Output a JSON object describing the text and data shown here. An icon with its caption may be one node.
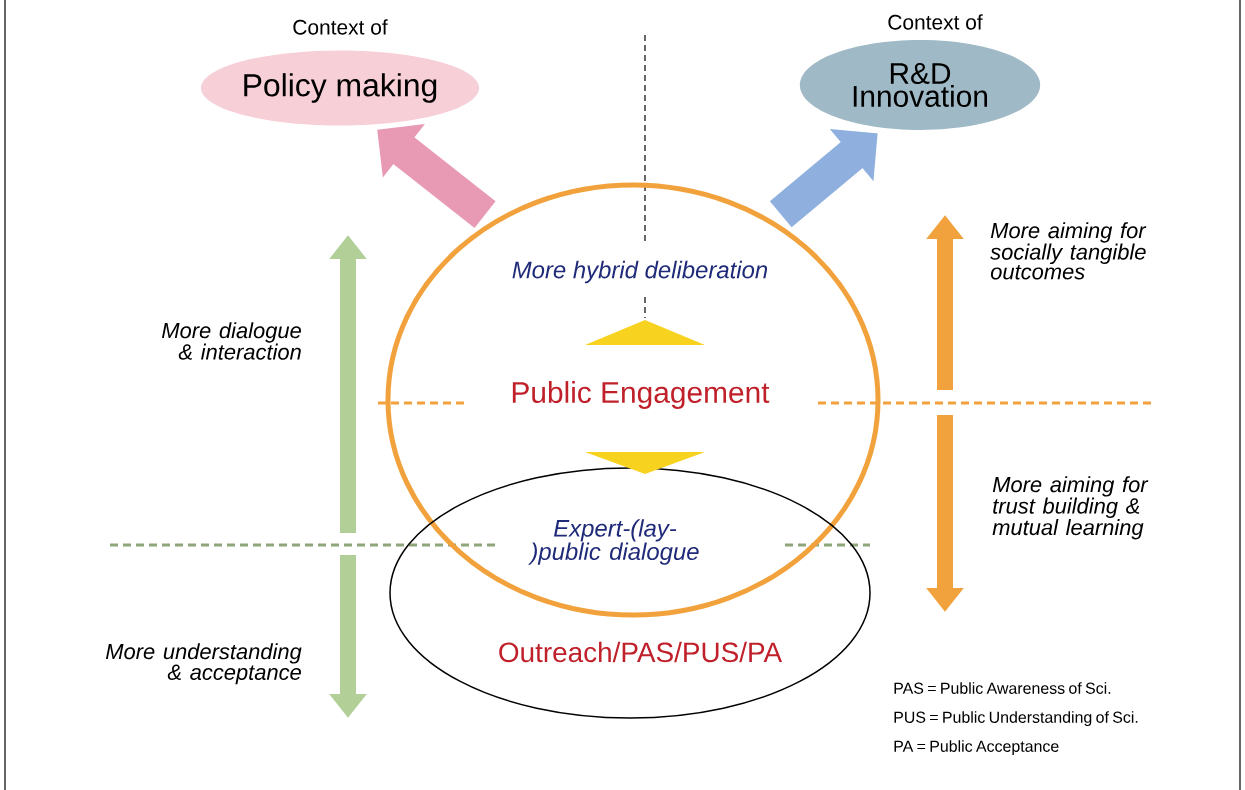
{
  "diagram": {
    "nodes": [
      {
        "text": [
          "Context of",
          "Policy making"
        ]
      },
      {
        "text": [
          "Context of",
          "R&D Innovation"
        ]
      },
      {
        "text": [
          "More hybrid deliberation",
          "Public Engagement"
        ]
      },
      {
        "text": [
          "Expert-(lay-)public dialogue",
          "Outreach/PAS/PUS/PA"
        ]
      }
    ],
    "edges": [
      {
        "from": 2,
        "to": 0,
        "arrow": "to",
        "color": "#e89ab5"
      },
      {
        "from": 2,
        "to": 1,
        "arrow": "to",
        "color": "#8fb0de"
      }
    ],
    "labels": [
      "More aiming for socially tangible outcomes",
      "More dialogue & interaction",
      "More aiming for trust building & mutual learning",
      "More understanding & acceptance",
      "PAS = Public Awareness of Sci.",
      "PUS = Public Understanding of Sci.",
      "PA = Public Acceptance"
    ]
  }
}
